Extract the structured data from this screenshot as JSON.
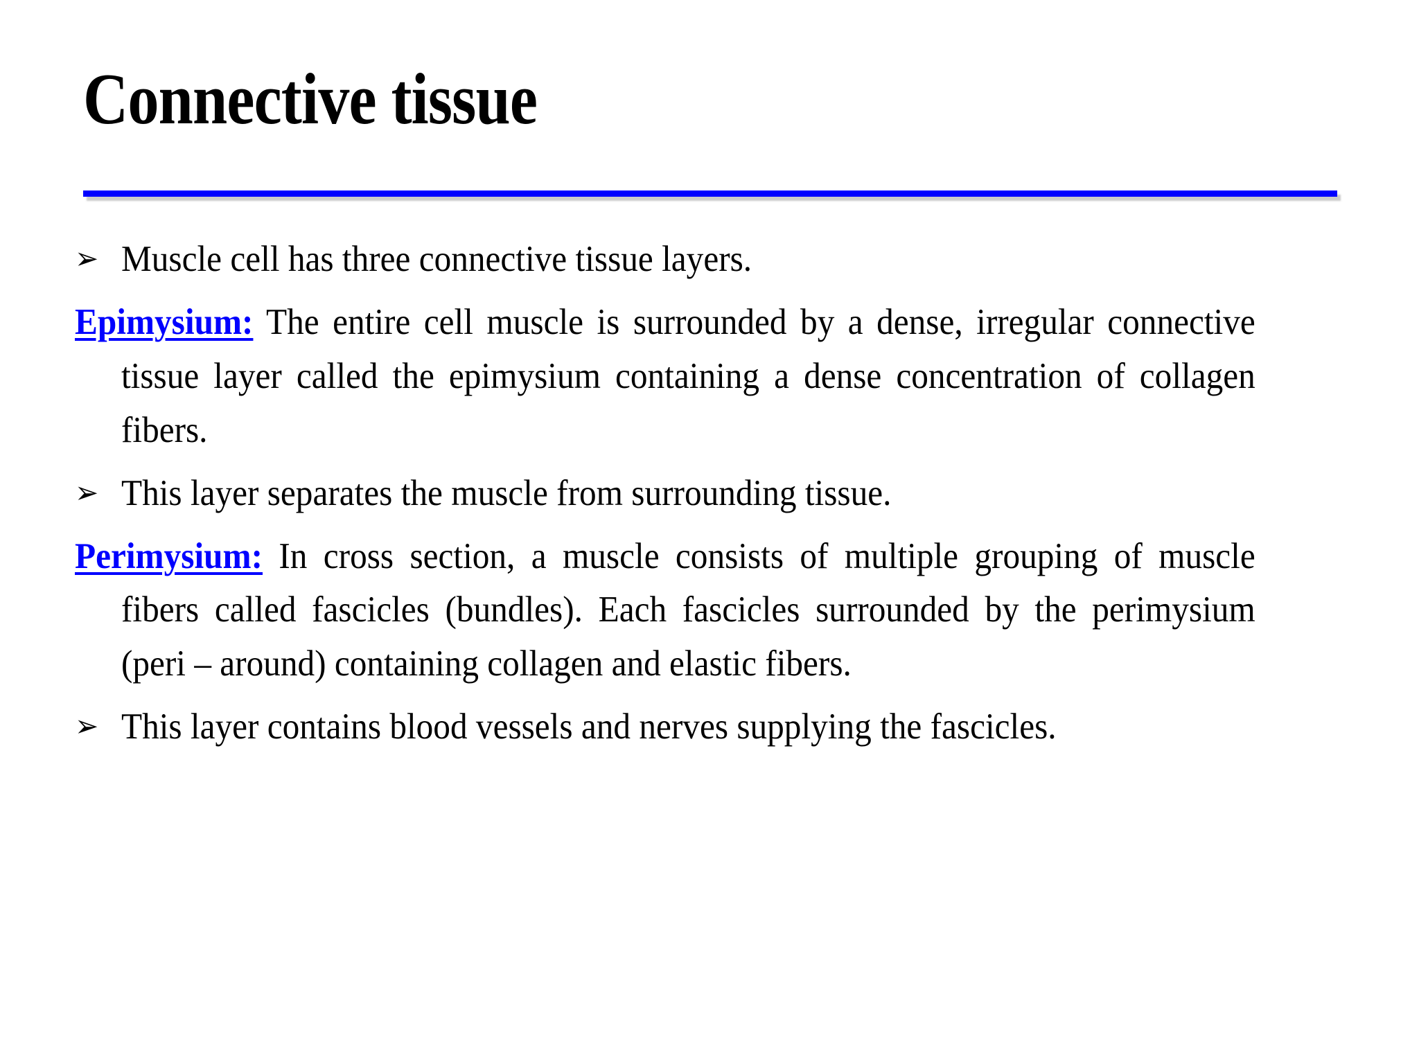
{
  "slide": {
    "title": "Connective tissue",
    "divider_color": "#0000FF",
    "accent_color": "#0000FF",
    "text_color": "#000000",
    "background_color": "#FFFFFF",
    "bullet_glyph": "➢"
  },
  "content": {
    "blocks": [
      {
        "kind": "bullet",
        "bullet": "➢",
        "text": "Muscle cell has three connective tissue layers."
      },
      {
        "kind": "term",
        "term": "Epimysium:",
        "text": "The entire cell muscle is surrounded by a dense, irregular connective tissue layer called the epimysium containing a dense concentration of collagen fibers."
      },
      {
        "kind": "bullet",
        "bullet": "➢",
        "text": "This layer separates the muscle from surrounding tissue."
      },
      {
        "kind": "term",
        "term": "Perimysium:",
        "text": "In cross section, a muscle consists of multiple grouping of muscle fibers called fascicles (bundles). Each fascicles surrounded by the perimysium (peri – around) containing collagen and elastic fibers."
      },
      {
        "kind": "bullet",
        "bullet": "➢",
        "text": "This layer contains blood vessels and nerves supplying the fascicles."
      }
    ]
  }
}
